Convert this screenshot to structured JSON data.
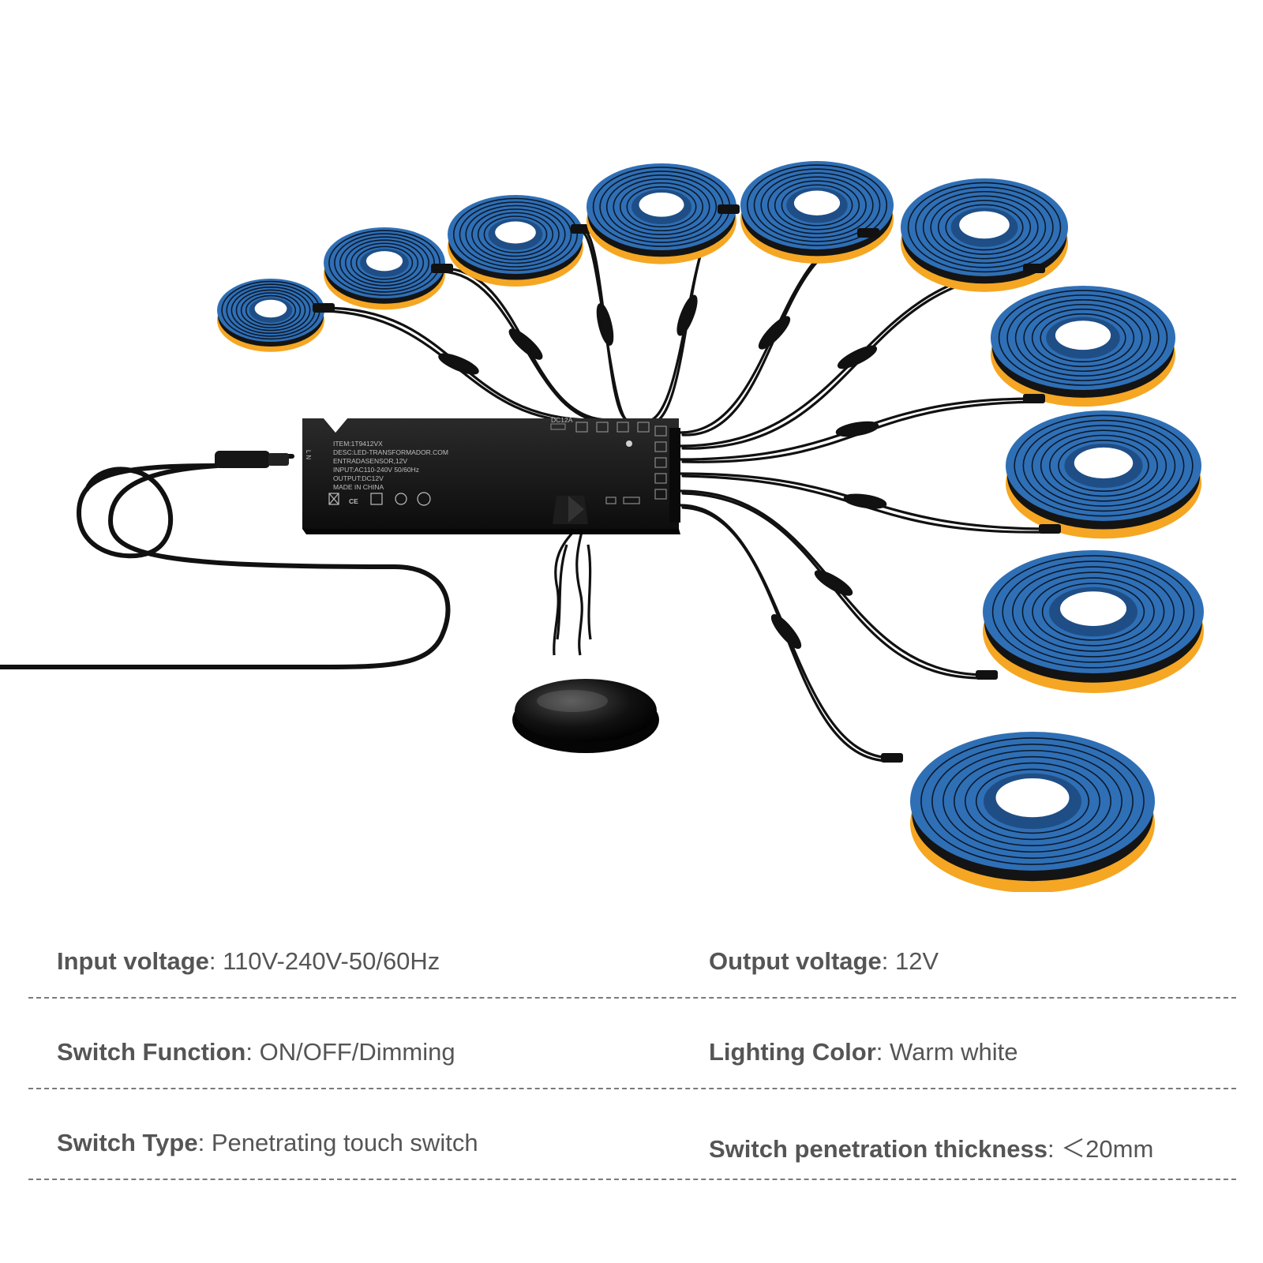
{
  "device": {
    "label_lines": [
      "ITEM:1T9412VX",
      "DESC:LED-TRANSFORMADOR.COM",
      "ENTRADASENSOR,12V",
      "INPUT:AC110-240V 50/60Hz",
      "OUTPUT:DC12V",
      "MADE IN CHINA"
    ],
    "cert_marks": [
      "CE"
    ],
    "port_tag": "DC12A"
  },
  "colors": {
    "strip_blue": "#2f6fb5",
    "strip_edge": "#f5a623",
    "cable": "#111111",
    "controller": "#1a1a1a"
  },
  "specs": [
    {
      "left": {
        "key": "Input voltage",
        "sep": ": ",
        "value": "110V-240V-50/60Hz"
      },
      "right": {
        "key": "Output voltage",
        "sep": ": ",
        "value": "12V"
      }
    },
    {
      "left": {
        "key": "Switch Function",
        "sep": ": ",
        "value": "ON/OFF/Dimming"
      },
      "right": {
        "key": "Lighting Color",
        "sep": ": ",
        "value": "Warm white"
      }
    },
    {
      "left": {
        "key": "Switch Type",
        "sep": ": ",
        "value": "Penetrating touch switch"
      },
      "right": {
        "key": "Switch penetration thickness",
        "sep": ": ",
        "value": "＜20mm"
      }
    }
  ]
}
